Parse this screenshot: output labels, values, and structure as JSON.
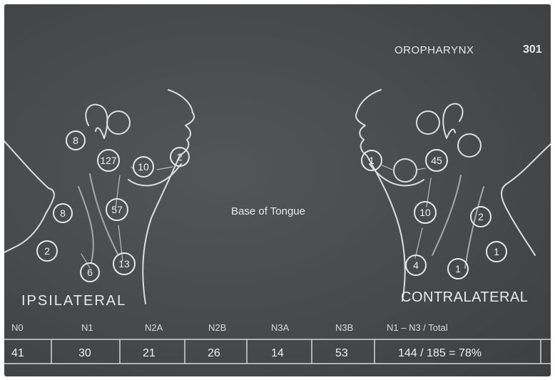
{
  "header": {
    "title": "OROPHARYNX",
    "page_number": "301"
  },
  "center_label": "Base of Tongue",
  "ipsilateral": {
    "label": "IPSILATERAL",
    "nodes": [
      "8",
      "127",
      "10",
      "2",
      "8",
      "57",
      "2",
      "6",
      "13"
    ]
  },
  "contralateral": {
    "label": "CONTRALATERAL",
    "nodes": [
      "1",
      "45",
      "10",
      "2",
      "4",
      "1",
      "1"
    ]
  },
  "table": {
    "headers": [
      "N0",
      "N1",
      "N2A",
      "N2B",
      "N3A",
      "N3B",
      "N1 – N3  /  Total"
    ],
    "values": [
      "41",
      "30",
      "21",
      "26",
      "14",
      "53",
      "144  /  185  =  78%"
    ]
  }
}
